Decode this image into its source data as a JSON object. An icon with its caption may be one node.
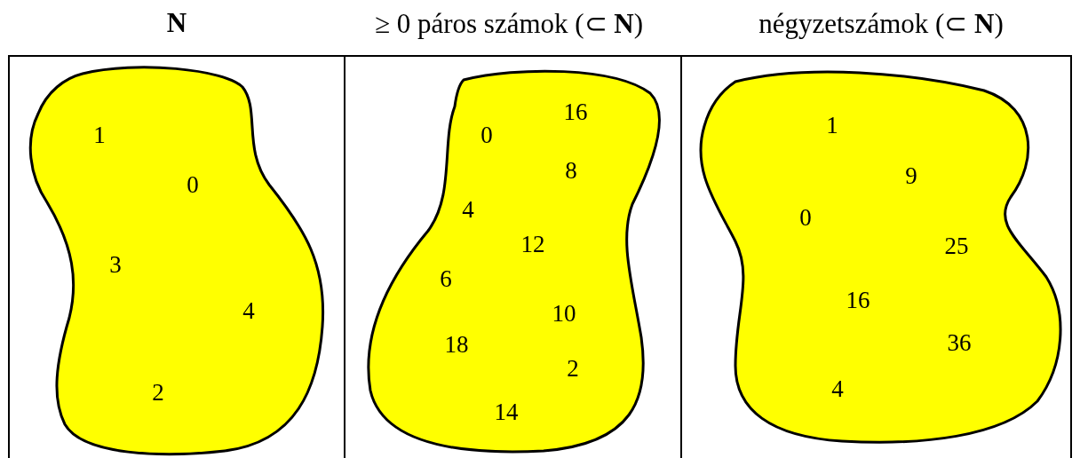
{
  "diagram": {
    "nodes": [
      {
        "text": [
          "1",
          "0",
          "3",
          "4",
          "2"
        ]
      },
      {
        "text": [
          "16",
          "0",
          "8",
          "4",
          "12",
          "6",
          "10",
          "18",
          "2",
          "14"
        ]
      },
      {
        "text": [
          "1",
          "9",
          "0",
          "25",
          "16",
          "36",
          "4"
        ]
      }
    ],
    "labels": [
      "N",
      "≥ 0 páros számok (⊂ **N**)",
      "négyzetszámok (⊂ **N**)"
    ]
  }
}
